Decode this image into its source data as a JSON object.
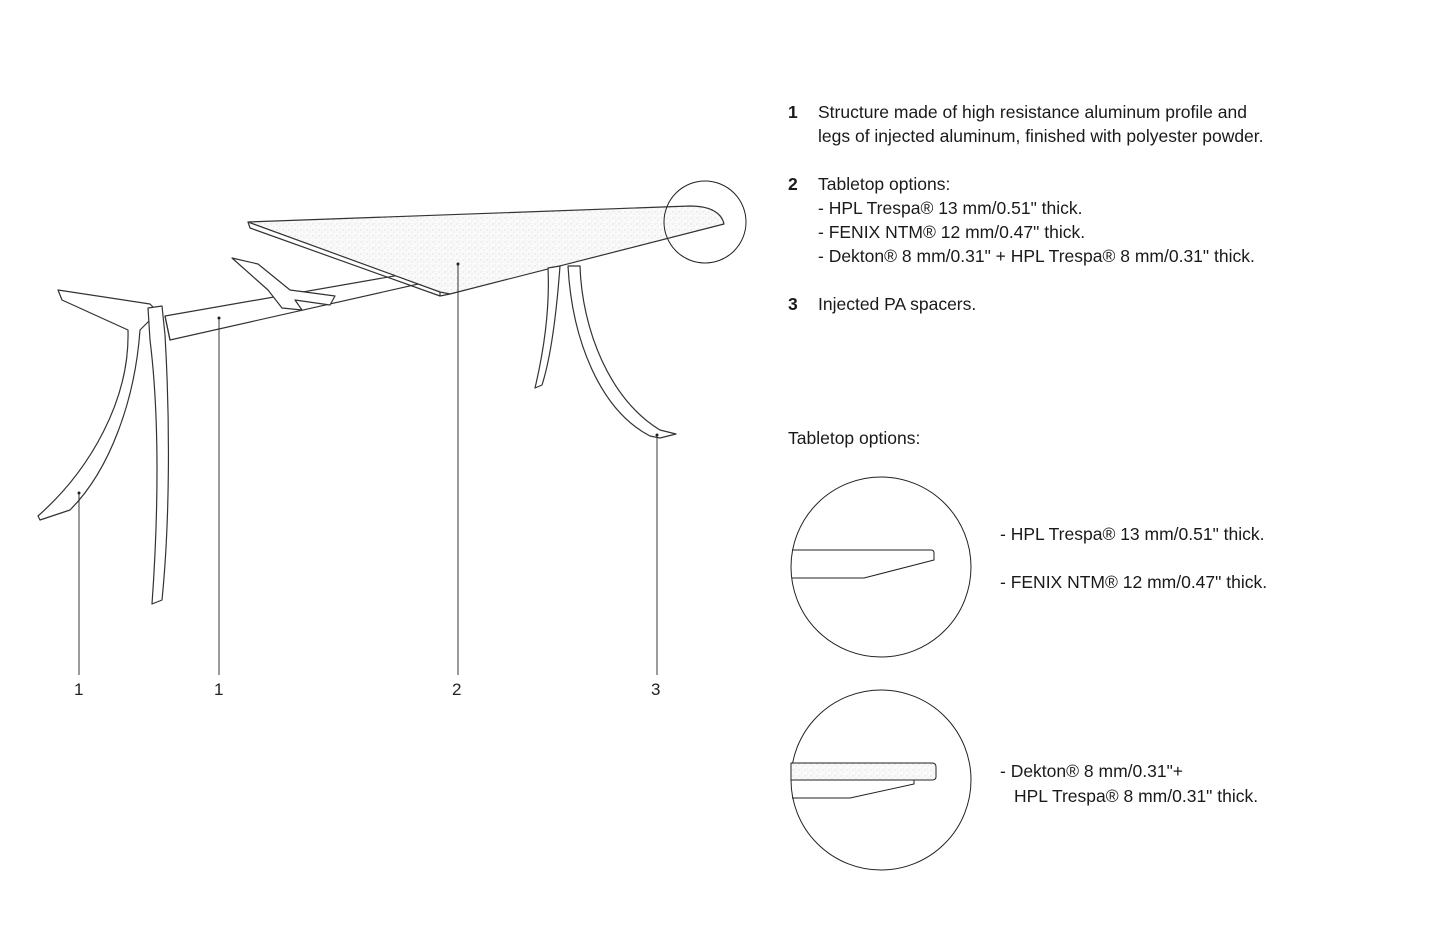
{
  "callouts": [
    "1",
    "1",
    "2",
    "3"
  ],
  "specs": [
    {
      "num": "1",
      "lines": [
        "Structure made of high resistance aluminum profile and",
        "legs of injected aluminum, finished with polyester powder."
      ]
    },
    {
      "num": "2",
      "lines": [
        "Tabletop options:",
        "- HPL Trespa® 13 mm/0.51\" thick.",
        "- FENIX NTM® 12 mm/0.47\" thick.",
        "- Dekton® 8 mm/0.31\" + HPL Trespa® 8 mm/0.31\" thick."
      ]
    },
    {
      "num": "3",
      "lines": [
        "Injected PA spacers."
      ]
    }
  ],
  "tabletop_options": {
    "heading": "Tabletop options:",
    "detail_1": [
      "- HPL Trespa® 13 mm/0.51\" thick.",
      "- FENIX NTM® 12 mm/0.47\" thick."
    ],
    "detail_2": [
      "- Dekton® 8 mm/0.31\"+",
      "HPL Trespa® 8 mm/0.31\" thick."
    ]
  }
}
